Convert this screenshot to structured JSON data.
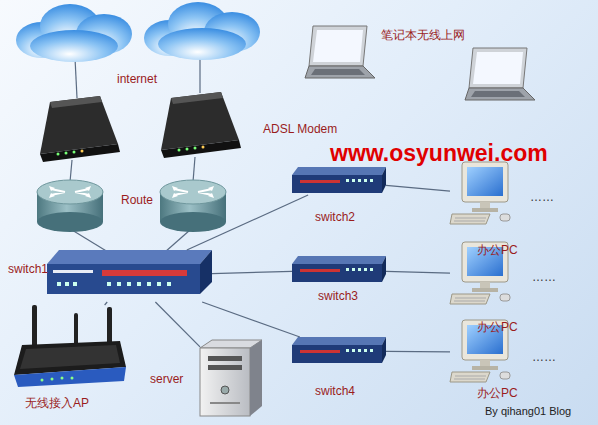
{
  "diagram": {
    "nodes": [
      {
        "text": [
          "switch1"
        ]
      },
      {
        "text": [
          "switch2"
        ]
      },
      {
        "text": [
          "switch3"
        ]
      },
      {
        "text": [
          "switch4"
        ]
      },
      {
        "text": [
          "server"
        ]
      },
      {
        "text": [
          "无线接入AP"
        ]
      },
      {
        "text": [
          "办公PC"
        ]
      },
      {
        "text": [
          "办公PC"
        ]
      },
      {
        "text": [
          "办公PC"
        ]
      }
    ],
    "edges": [
      {
        "from": 0,
        "to": 1,
        "arrow": "none"
      },
      {
        "from": 0,
        "to": 2,
        "arrow": "none"
      },
      {
        "from": 0,
        "to": 3,
        "arrow": "none"
      },
      {
        "from": 0,
        "to": 4,
        "arrow": "none"
      },
      {
        "from": 0,
        "to": 5,
        "arrow": "none"
      },
      {
        "from": 1,
        "to": 6,
        "arrow": "none"
      },
      {
        "from": 2,
        "to": 7,
        "arrow": "none"
      },
      {
        "from": 3,
        "to": 8,
        "arrow": "none"
      }
    ],
    "labels": [
      "internet",
      "ADSL Modem",
      "Route",
      "笔记本无线上网",
      "www.osyunwei.com",
      "……",
      "……",
      "……",
      "By qihang01 Blog"
    ]
  }
}
